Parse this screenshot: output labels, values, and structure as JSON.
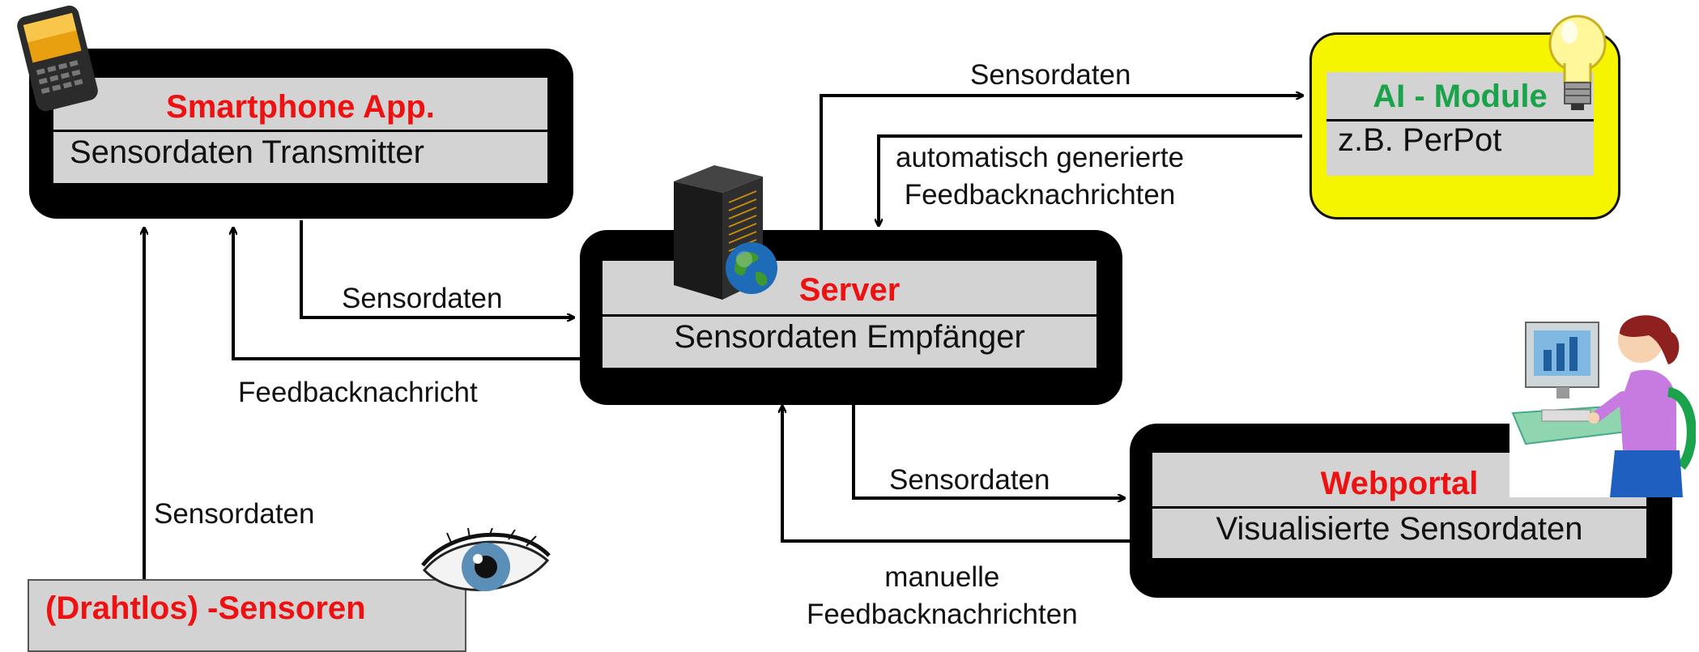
{
  "smartphone": {
    "title": "Smartphone App.",
    "subtitle": "Sensordaten Transmitter"
  },
  "server": {
    "title": "Server",
    "subtitle": "Sensordaten Empfänger"
  },
  "ai": {
    "title": "AI - Module",
    "subtitle": "z.B. PerPot"
  },
  "webportal": {
    "title": "Webportal",
    "subtitle": "Visualisierte Sensordaten"
  },
  "sensors": {
    "title": "(Drahtlos) -Sensoren"
  },
  "labels": {
    "app_to_server": "Sensordaten",
    "server_to_app": "Feedbacknachricht",
    "sensors_to_app": "Sensordaten",
    "server_to_ai": "Sensordaten",
    "ai_to_server_1": "automatisch generierte",
    "ai_to_server_2": "Feedbacknachrichten",
    "server_to_web": "Sensordaten",
    "web_to_server_1": "manuelle",
    "web_to_server_2": "Feedbacknachrichten"
  },
  "colors": {
    "title_red": "#ee1111",
    "ai_green": "#1aa34a",
    "ai_background": "#f5f500",
    "box_frame": "#000000",
    "box_fill": "#d3d3d3"
  },
  "icons": [
    "smartphone-icon",
    "server-tower-icon",
    "globe-icon",
    "lightbulb-icon",
    "person-at-computer-icon",
    "eye-icon"
  ]
}
